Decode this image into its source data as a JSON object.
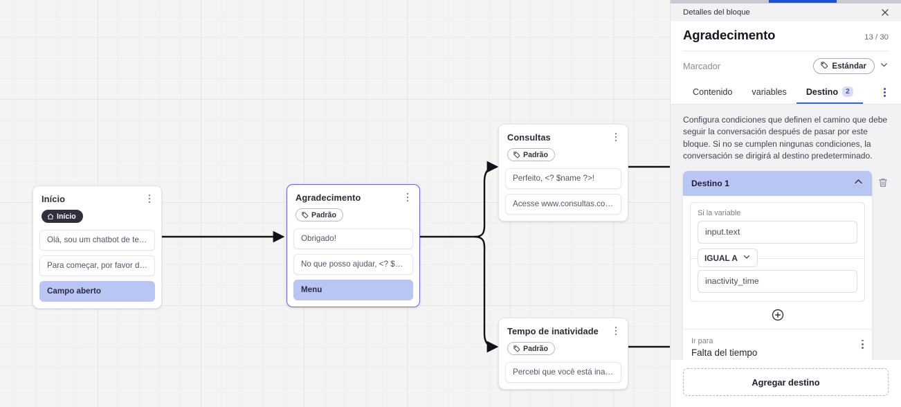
{
  "canvas": {
    "nodes": [
      {
        "id": "inicio",
        "title": "Início",
        "badge": "Início",
        "badge_icon": "home-icon",
        "badge_style": "dark",
        "selected": false,
        "messages": [
          {
            "text": "Olá, sou um chatbot de teste!",
            "accent": false
          },
          {
            "text": "Para começar, por favor digite o ...",
            "accent": false
          },
          {
            "text": "Campo aberto",
            "accent": true
          }
        ]
      },
      {
        "id": "agradecimento",
        "title": "Agradecimento",
        "badge": "Padrão",
        "badge_icon": "tag-icon",
        "badge_style": "light",
        "selected": true,
        "messages": [
          {
            "text": "Obrigado!",
            "accent": false
          },
          {
            "text": "No que posso ajudar, <? $name ...",
            "accent": false
          },
          {
            "text": "Menu",
            "accent": true
          }
        ]
      },
      {
        "id": "consultas",
        "title": "Consultas",
        "badge": "Padrão",
        "badge_icon": "tag-icon",
        "badge_style": "light",
        "selected": false,
        "messages": [
          {
            "text": "Perfeito, <? $name ?>!",
            "accent": false
          },
          {
            "text": "Acesse www.consultas.com par...",
            "accent": false
          }
        ]
      },
      {
        "id": "inatividade",
        "title": "Tempo de inatividade",
        "badge": "Padrão",
        "badge_icon": "tag-icon",
        "badge_style": "light",
        "selected": false,
        "messages": [
          {
            "text": "Percebi que você está inativo. C...",
            "accent": false
          }
        ]
      }
    ]
  },
  "panel": {
    "header_label": "Detalles del bloque",
    "close_icon": "close-icon",
    "block_title": "Agradecimento",
    "char_counter": "13 / 30",
    "marker_label": "Marcador",
    "marker_value": "Estándar",
    "marker_icon": "tag-icon",
    "marker_chevron_icon": "chevron-down-icon",
    "tabs": [
      {
        "label": "Contenido",
        "count": "",
        "active": false
      },
      {
        "label": "variables",
        "count": "",
        "active": false
      },
      {
        "label": "Destino",
        "count": "2",
        "active": true
      }
    ],
    "overflow_icon": "kebab-menu-icon",
    "description": "Configura condiciones que definen el camino que debe seguir la conversación después de pasar por este bloque. Si no se cumplen ningunas condiciones, la conversación se dirigirá al destino predeterminado.",
    "destination": {
      "header": "Destino 1",
      "collapse_icon": "chevron-up-icon",
      "delete_icon": "trash-icon",
      "condition_label": "Si la variable",
      "variable_value": "input.text",
      "operator": "IGUAL A",
      "operator_chevron_icon": "chevron-down-icon",
      "compare_value": "inactivity_time",
      "add_condition_icon": "plus-circle-icon",
      "goto_label": "Ir para",
      "goto_value": "Falta del tiempo",
      "goto_menu_icon": "kebab-menu-icon"
    },
    "add_destination_label": "Agregar destino"
  },
  "colors": {
    "accent_blue": "#2f63e8",
    "node_selected_border": "#6b5bf2",
    "accent_lavender": "#b9c5f2",
    "canvas_bg": "#f4f4f5",
    "panel_bg": "#f2f2f4"
  }
}
